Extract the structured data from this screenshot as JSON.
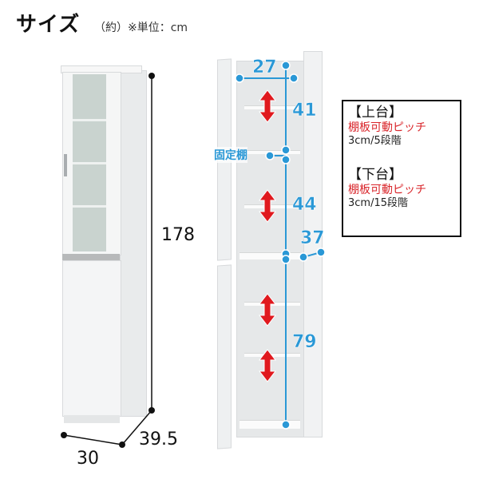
{
  "header": {
    "title": "サイズ",
    "subtitle": "（約）※単位：cm"
  },
  "left_view": {
    "height_label": "178",
    "depth_label": "39.5",
    "width_label": "30"
  },
  "right_view": {
    "inner_width_label": "27",
    "upper_span_label": "41",
    "fixed_shelf_label": "固定棚",
    "middle_span_label": "44",
    "inner_depth_label": "37",
    "lower_span_label": "79"
  },
  "info_box": {
    "upper_heading": "【上台】",
    "upper_note": "棚板可動ピッチ",
    "upper_detail": "3cm/5段階",
    "lower_heading": "【下台】",
    "lower_note": "棚板可動ピッチ",
    "lower_detail": "3cm/15段階"
  },
  "colors": {
    "accent_blue": "#2a98d6",
    "arrow_red": "#e0191e",
    "note_red": "#d9262b"
  }
}
